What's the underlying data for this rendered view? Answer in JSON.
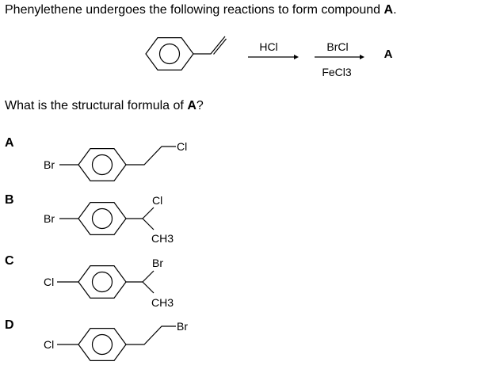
{
  "question": {
    "intro_prefix": "Phenylethene undergoes the following reactions to form compound ",
    "intro_compound": "A",
    "intro_suffix": ".",
    "ask_prefix": "What is the structural formula of ",
    "ask_compound": "A",
    "ask_suffix": "?"
  },
  "scheme": {
    "step1_reagent": "HCl",
    "step2_reagent": "BrCl",
    "step2_catalyst": "FeCl3",
    "product_label": "A"
  },
  "options": [
    {
      "letter": "A",
      "left_group": "Br",
      "chain_group": "Cl"
    },
    {
      "letter": "B",
      "left_group": "Br",
      "top_group": "Cl",
      "bottom_group": "CH3"
    },
    {
      "letter": "C",
      "left_group": "Cl",
      "top_group": "Br",
      "bottom_group": "CH3"
    },
    {
      "letter": "D",
      "left_group": "Cl",
      "chain_group": "Br"
    }
  ]
}
